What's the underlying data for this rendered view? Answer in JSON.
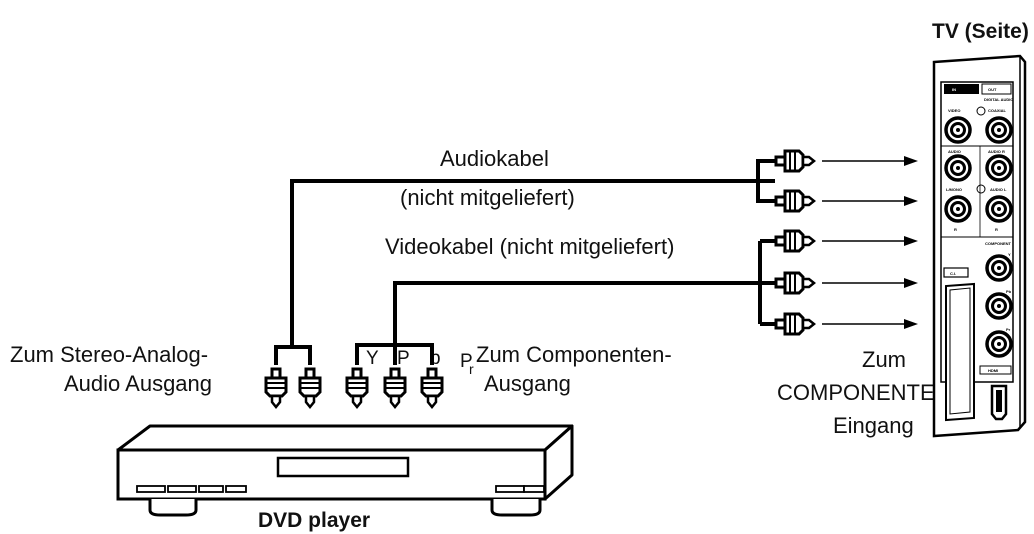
{
  "tv_title": "TV (Seite)",
  "audio_cable_label": "Audiokabel",
  "audio_cable_note": "(nicht mitgeliefert)",
  "video_cable_label": "Videokabel (nicht mitgeliefert)",
  "stereo_output_line1": "Zum Stereo-Analog-",
  "stereo_output_line2": "Audio Ausgang",
  "component_output_line1": "Zum Componenten-",
  "component_output_line2": "Ausgang",
  "component_plug_labels": [
    "Y",
    "P",
    "b",
    "P"
  ],
  "component_plug_sub": "r",
  "component_input_line1": "Zum",
  "component_input_line2": "COMPONENTEN-",
  "component_input_line3": "Eingang",
  "dvd_label": "DVD player",
  "tv_panel": {
    "in_label": "IN",
    "out_label": "OUT",
    "video_label": "VIDEO",
    "digital_audio_label": "DIGITAL AUDIO",
    "coaxial_label": "COAXIAL",
    "audio_label": "AUDIO",
    "audio_r_label": "AUDIO R",
    "l_mono_label": "L/MONO",
    "r_label": "R",
    "audio_l_label": "AUDIO L",
    "component_label": "COMPONENT",
    "y_label": "Y",
    "pb_label": "Pb",
    "pr_label": "Pr",
    "ci_label": "C.I.",
    "hdmi_label": "HDMI"
  }
}
